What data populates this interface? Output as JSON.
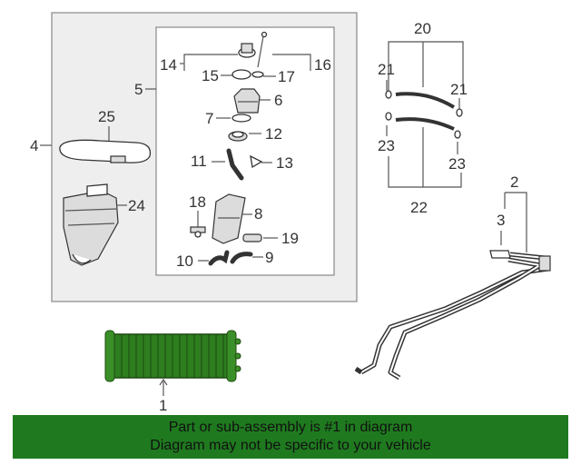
{
  "callouts": {
    "c1": "1",
    "c2": "2",
    "c3": "3",
    "c4": "4",
    "c5": "5",
    "c6": "6",
    "c7": "7",
    "c8": "8",
    "c9": "9",
    "c10": "10",
    "c11": "11",
    "c12": "12",
    "c13": "13",
    "c14": "14",
    "c15": "15",
    "c16": "16",
    "c17": "17",
    "c18": "18",
    "c19": "19",
    "c20": "20",
    "c21a": "21",
    "c21b": "21",
    "c22": "22",
    "c23a": "23",
    "c23b": "23",
    "c24": "24",
    "c25": "25"
  },
  "banner": {
    "line1": "Part or sub-assembly is #1 in diagram",
    "line2": "Diagram may not be specific to your vehicle"
  },
  "colors": {
    "highlight_part": "#2e7d1f",
    "banner_bg": "#1f7a1f",
    "outer_box_fill": "#eeeeee"
  }
}
